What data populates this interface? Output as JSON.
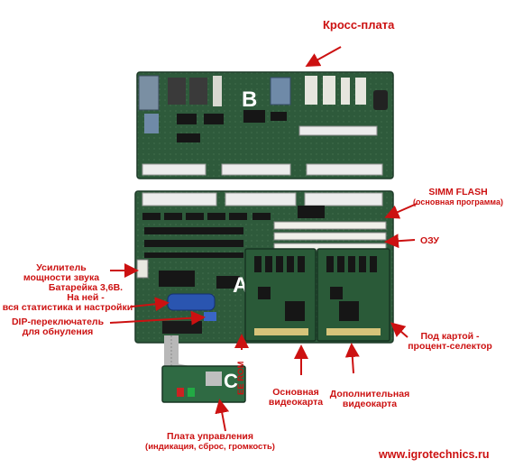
{
  "labels": {
    "cross_board": "Кросс-плата",
    "simm_flash_1": "SIMM FLASH",
    "simm_flash_2": "(основная программа)",
    "ram": "ОЗУ",
    "amp_1": "Усилитель",
    "amp_2": "мощности звука",
    "battery_1": "Батарейка 3,6В.",
    "battery_2": "На ней -",
    "battery_3": "вся статистика и настройки",
    "dip_1": "DIP-переключатель",
    "dip_2": "для обнуления",
    "cpu_1": "Под картой -",
    "cpu_2": "процент-селектор",
    "main_video_1": "Основная",
    "main_video_2": "видеокарта",
    "extra_video_1": "Дополнительная",
    "extra_video_2": "видеокарта",
    "ee_rom": "EE ROM",
    "control_1": "Плата управления",
    "control_2": "(индикация, сброс, громкость)",
    "website": "www.igrotechnics.ru"
  },
  "board_letters": {
    "b": "B",
    "a": "A",
    "c": "C"
  },
  "colors": {
    "label_red": "#cc1111",
    "pcb_green": "#2f5a3c",
    "pcb_dark": "#1f3d2a",
    "chip_black": "#1a1a1a",
    "connector_white": "#e8e8e0"
  }
}
